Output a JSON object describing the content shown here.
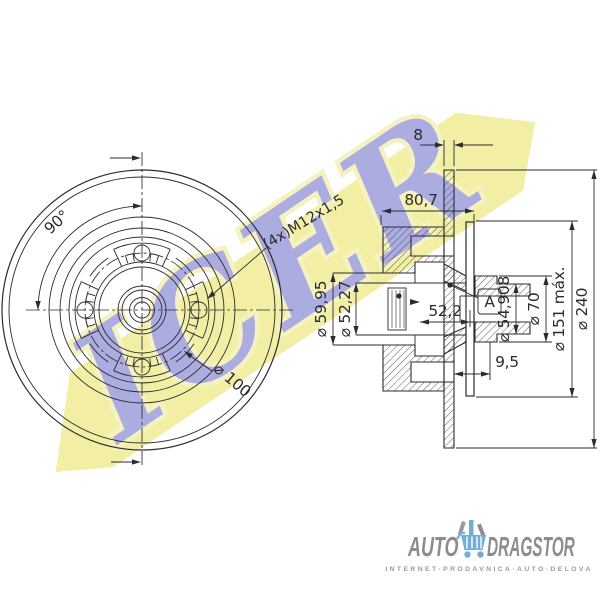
{
  "colors": {
    "line": "#2b2b33",
    "watermark_yellow": "#f2eea4",
    "watermark_blue": "#abacdf",
    "logo_gray": "#8d8d8d",
    "logo_blue": "#74aed7"
  },
  "watermark": {
    "brand": "ICER"
  },
  "front_view": {
    "angle": "90°",
    "bolt_circle": "⌀ 100",
    "thread": "(4x)M12x1,5"
  },
  "section_view": {
    "thickness": "8",
    "depth_total": "80,7",
    "depth_bore": "52,2",
    "offset": "9,5",
    "dia_bore_outer": "⌀ 59,95",
    "dia_bore_inner": "⌀ 52,27",
    "dia_seat": "⌀ 54,908",
    "dia_nose": "⌀ 70",
    "dia_flange_max": "⌀ 151 máx.",
    "dia_disc": "⌀ 240",
    "datum": "A"
  },
  "footer": {
    "brand_left": "AUTO",
    "brand_right": "DRAGSTOR",
    "tagline": "INTERNET·PRODAVNICA·AUTO·DELOVA"
  }
}
